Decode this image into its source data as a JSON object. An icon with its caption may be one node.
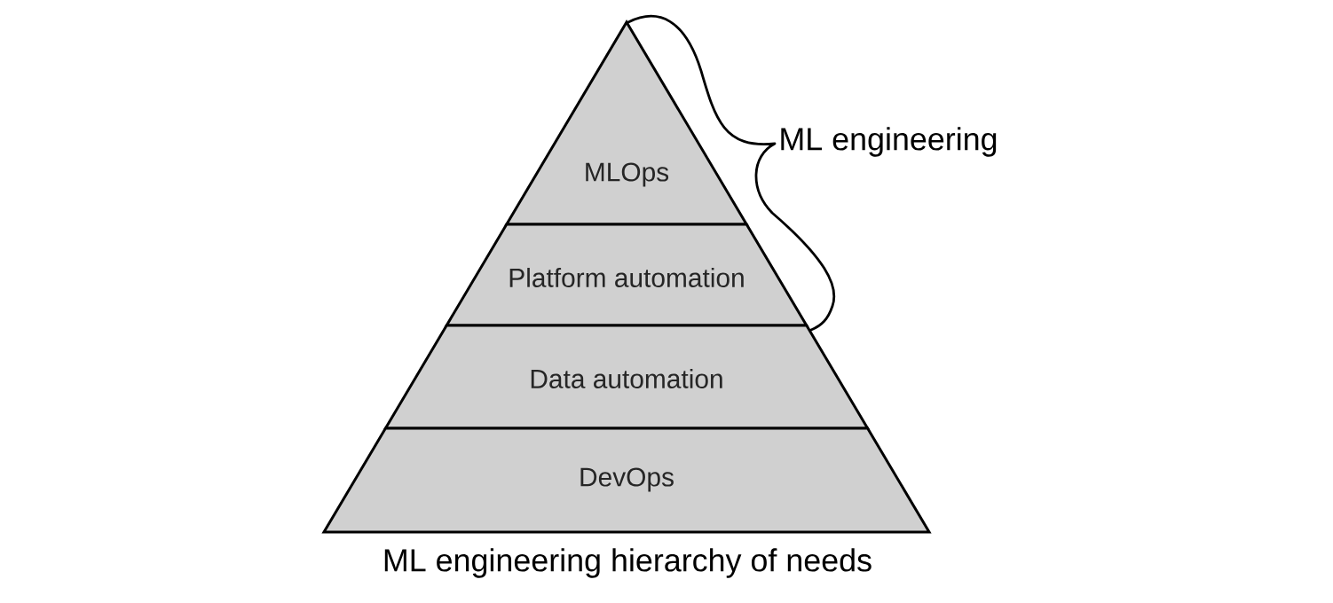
{
  "diagram": {
    "caption": "ML engineering hierarchy of needs",
    "nodes": [
      {
        "text": [
          "MLOps"
        ]
      },
      {
        "text": [
          "Platform automation"
        ]
      },
      {
        "text": [
          "Data automation"
        ]
      },
      {
        "text": [
          "DevOps"
        ]
      }
    ],
    "labels": [
      "ML engineering"
    ]
  }
}
